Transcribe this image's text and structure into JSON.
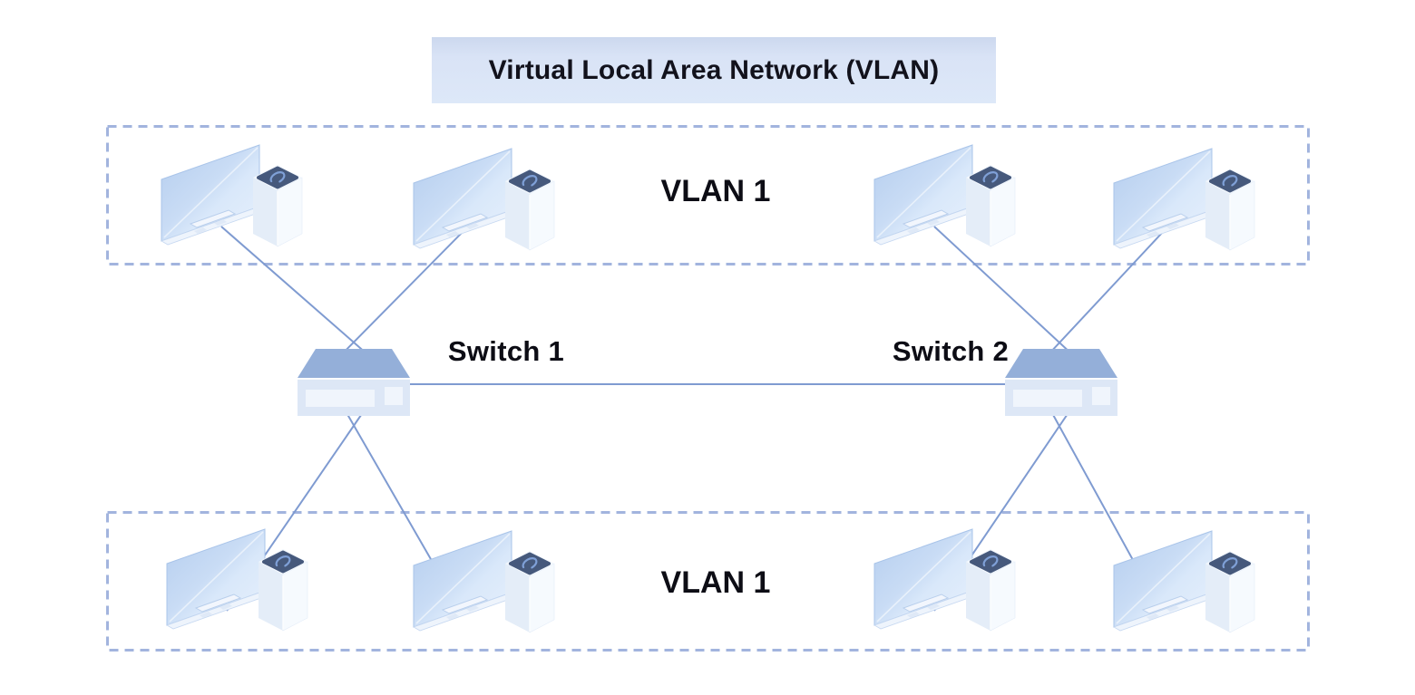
{
  "title": "Virtual Local Area Network (VLAN)",
  "vlan_groups": [
    {
      "position": "top",
      "label": "VLAN 1",
      "computers": 4
    },
    {
      "position": "bottom",
      "label": "VLAN 1",
      "computers": 4
    }
  ],
  "switches": [
    {
      "label": "Switch 1"
    },
    {
      "label": "Switch 2"
    }
  ],
  "connections": {
    "trunk": "Switch 1 - Switch 2",
    "switch1_links": [
      "top VLAN computer 1",
      "top VLAN computer 2",
      "bottom VLAN computer 1",
      "bottom VLAN computer 2"
    ],
    "switch2_links": [
      "top VLAN computer 3",
      "top VLAN computer 4",
      "bottom VLAN computer 3",
      "bottom VLAN computer 4"
    ]
  },
  "icons": {
    "computer": "isometric monitor with tower PC",
    "switch": "isometric network switch box"
  },
  "colors": {
    "connection_line": "#7f9bd1",
    "vlan_zone_border": "#a2b4de",
    "title_background": "#d9e3f6",
    "text": "#0d0d15",
    "switch_top": "#94afd9",
    "switch_body": "#dde7f6",
    "monitor_screen": "#c6daf4",
    "tower_top": "#46597c",
    "led_blue": "#2563e4"
  }
}
